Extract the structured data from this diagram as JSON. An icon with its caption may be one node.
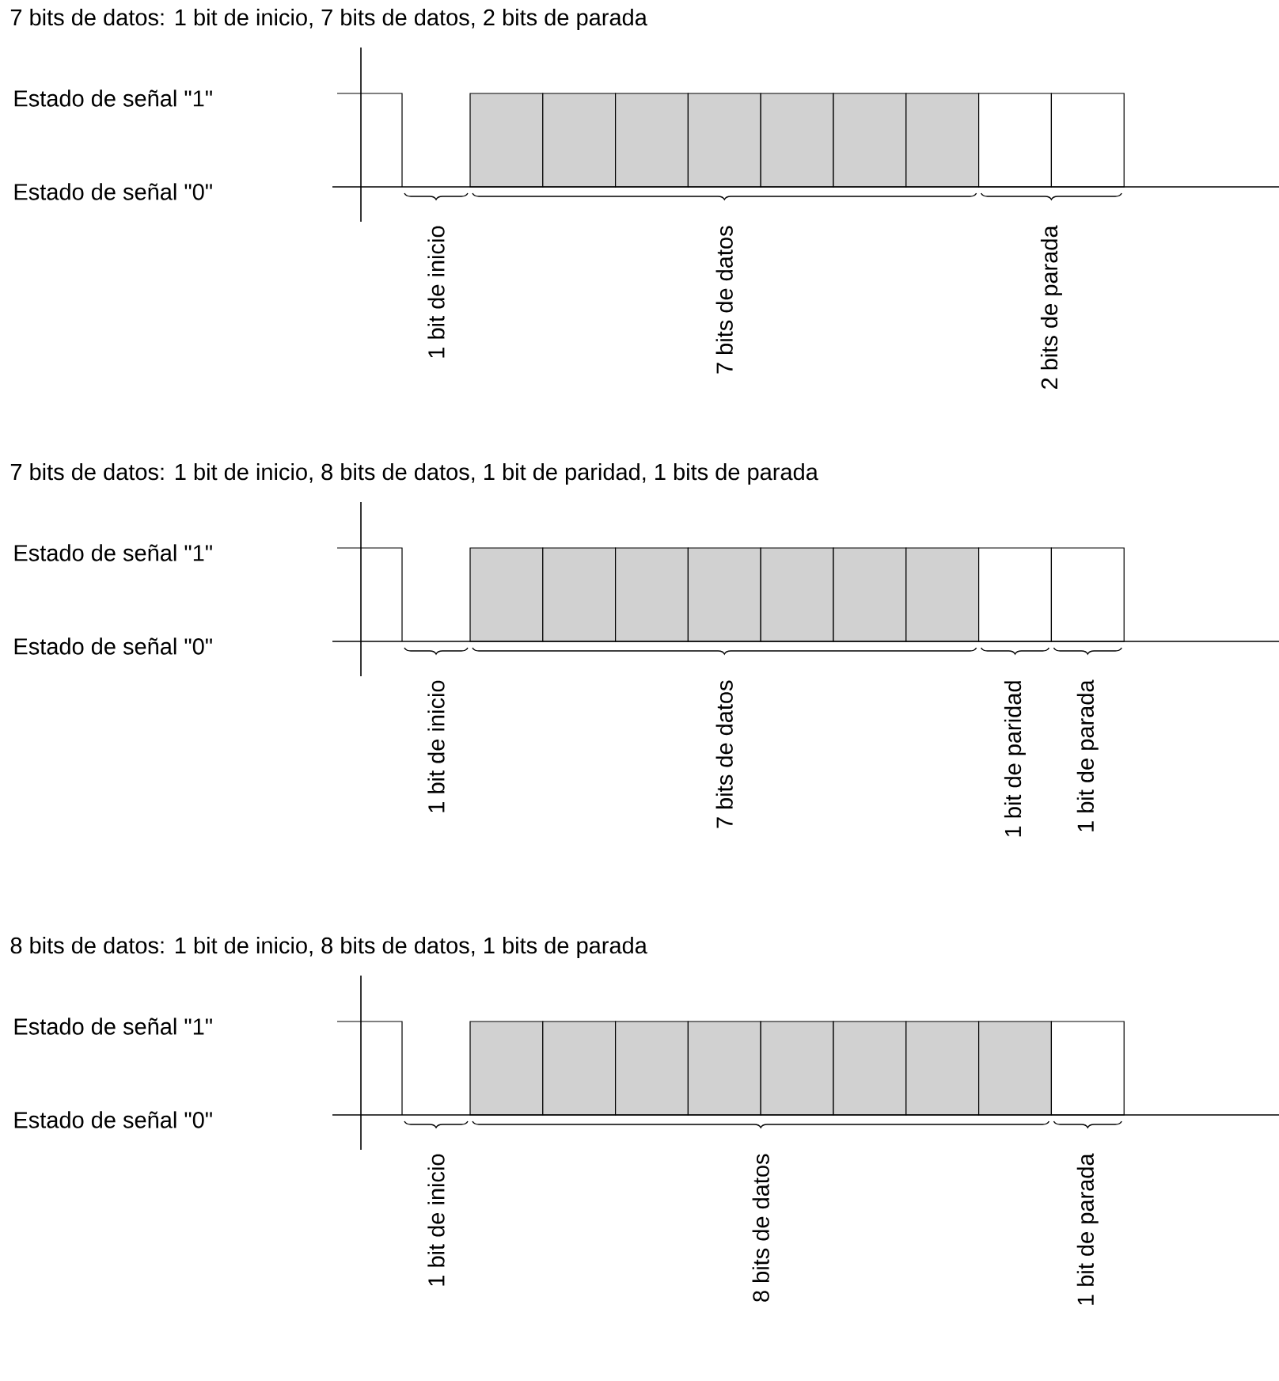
{
  "diagram": {
    "labels": [
      "7 bits de datos: 1 bit de inicio, 7 bits de datos, 2 bits de parada",
      "Estado de señal \"1\"",
      "Estado de señal \"0\"",
      "1 bit de inicio",
      "7 bits de datos",
      "2 bits de parada",
      "7 bits de datos: 1 bit de inicio, 8 bits de datos, 1 bit de paridad, 1 bits de parada",
      "Estado de señal \"1\"",
      "Estado de señal \"0\"",
      "1 bit de inicio",
      "7 bits de datos",
      "1 bit de paridad",
      "1 bit de parada",
      "8 bits de datos: 1 bit de inicio, 8 bits de datos, 1 bits de parada",
      "Estado de señal \"1\"",
      "Estado de señal \"0\"",
      "1 bit de inicio",
      "8 bits de datos",
      "1 bit de parada"
    ]
  }
}
